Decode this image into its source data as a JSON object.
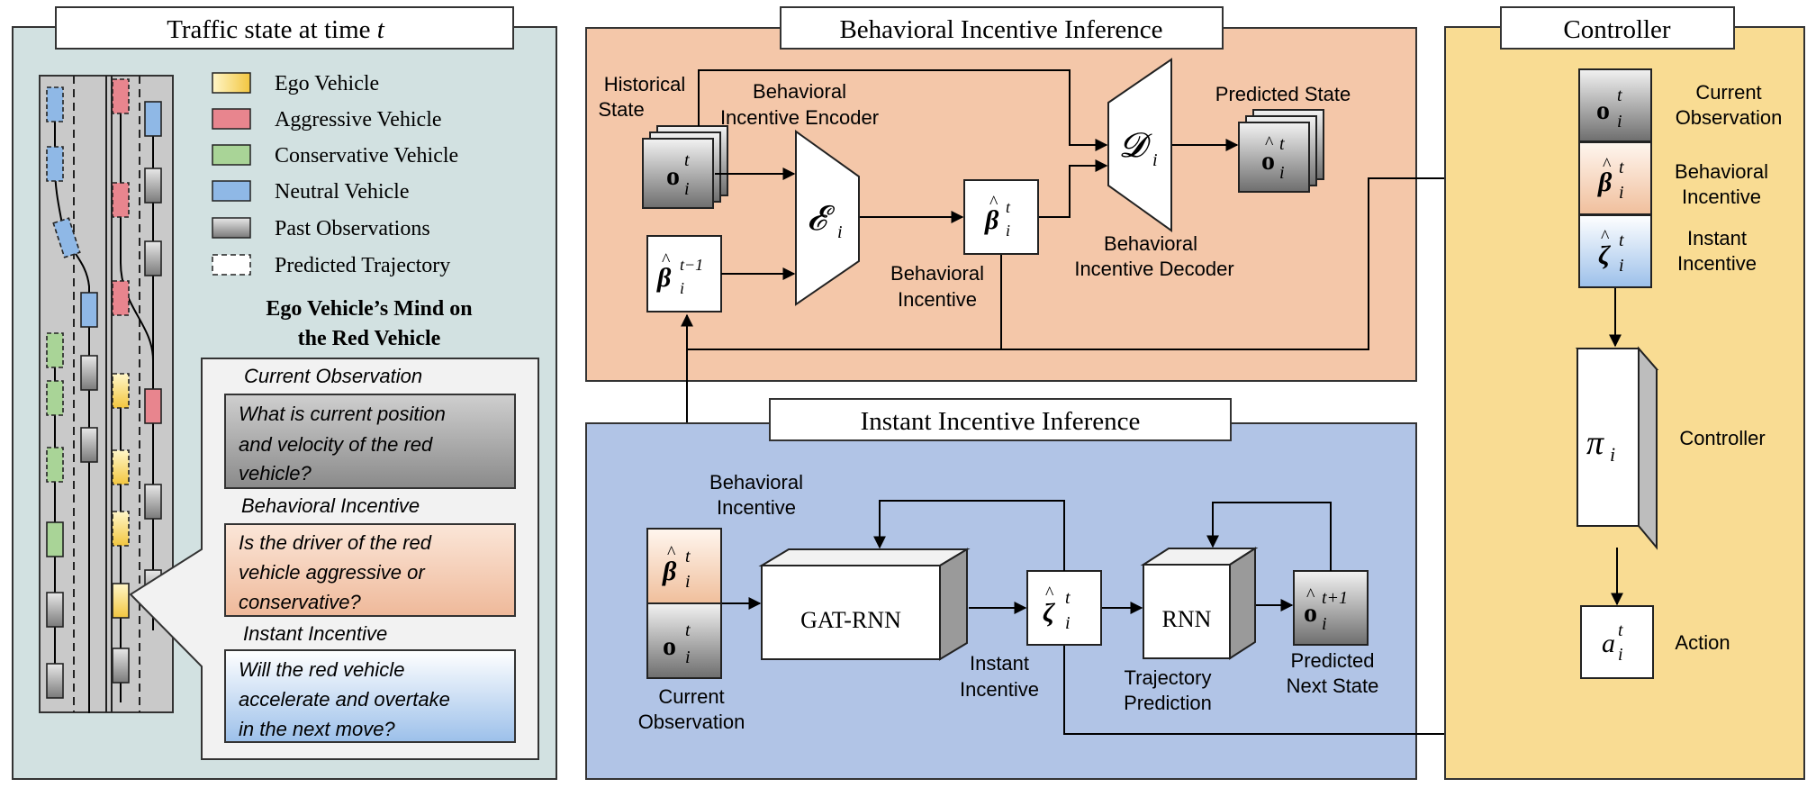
{
  "left_panel": {
    "title": "Traffic state at time",
    "title_var": "t",
    "legend": [
      {
        "label": "Ego Vehicle",
        "color": "#f7d35a"
      },
      {
        "label": "Aggressive Vehicle",
        "color": "#e8858e"
      },
      {
        "label": "Conservative Vehicle",
        "color": "#a9d497"
      },
      {
        "label": "Neutral Vehicle",
        "color": "#8fb8e6"
      },
      {
        "label": "Past Observations",
        "color": "#9a9a9a"
      },
      {
        "label": "Predicted Trajectory",
        "color": "#ffffff"
      }
    ],
    "mind_title_1": "Ego Vehicle’s Mind on",
    "mind_title_2": "the Red Vehicle",
    "q1_head": "Current Observation",
    "q1_lines": [
      "What is current position",
      "and velocity of the red",
      "vehicle?"
    ],
    "q2_head": "Behavioral Incentive",
    "q2_lines": [
      "Is the driver of the red",
      "vehicle aggressive or",
      "conservative?"
    ],
    "q3_head": "Instant Incentive",
    "q3_lines": [
      "Will the red vehicle",
      "accelerate and overtake",
      "in the next move?"
    ]
  },
  "bii": {
    "title": "Behavioral Incentive Inference",
    "historical_1": "Historical",
    "historical_2": "State",
    "encoder_1": "Behavioral",
    "encoder_2": "Incentive Encoder",
    "encoder_symbol": "𝓔",
    "decoder_symbol": "𝓓",
    "decoder_1": "Behavioral",
    "decoder_2": "Incentive Decoder",
    "predicted_state": "Predicted State",
    "bi_1": "Behavioral",
    "bi_2": "Incentive"
  },
  "iii": {
    "title": "Instant Incentive Inference",
    "bi_1": "Behavioral",
    "bi_2": "Incentive",
    "gat": "GAT-RNN",
    "rnn": "RNN",
    "co_1": "Current",
    "co_2": "Observation",
    "ii_1": "Instant",
    "ii_2": "Incentive",
    "tp_1": "Trajectory",
    "tp_2": "Prediction",
    "pns_1": "Predicted",
    "pns_2": "Next State"
  },
  "controller": {
    "title": "Controller",
    "co_1": "Current",
    "co_2": "Observation",
    "bi_1": "Behavioral",
    "bi_2": "Incentive",
    "ii_1": "Instant",
    "ii_2": "Incentive",
    "label": "Controller",
    "pi": "π",
    "action": "Action"
  },
  "math": {
    "o": "o",
    "beta": "β",
    "zeta": "ζ",
    "a": "a",
    "hat": "^",
    "i": "i",
    "t": "t",
    "tm1": "t−1",
    "tp1": "t+1"
  }
}
